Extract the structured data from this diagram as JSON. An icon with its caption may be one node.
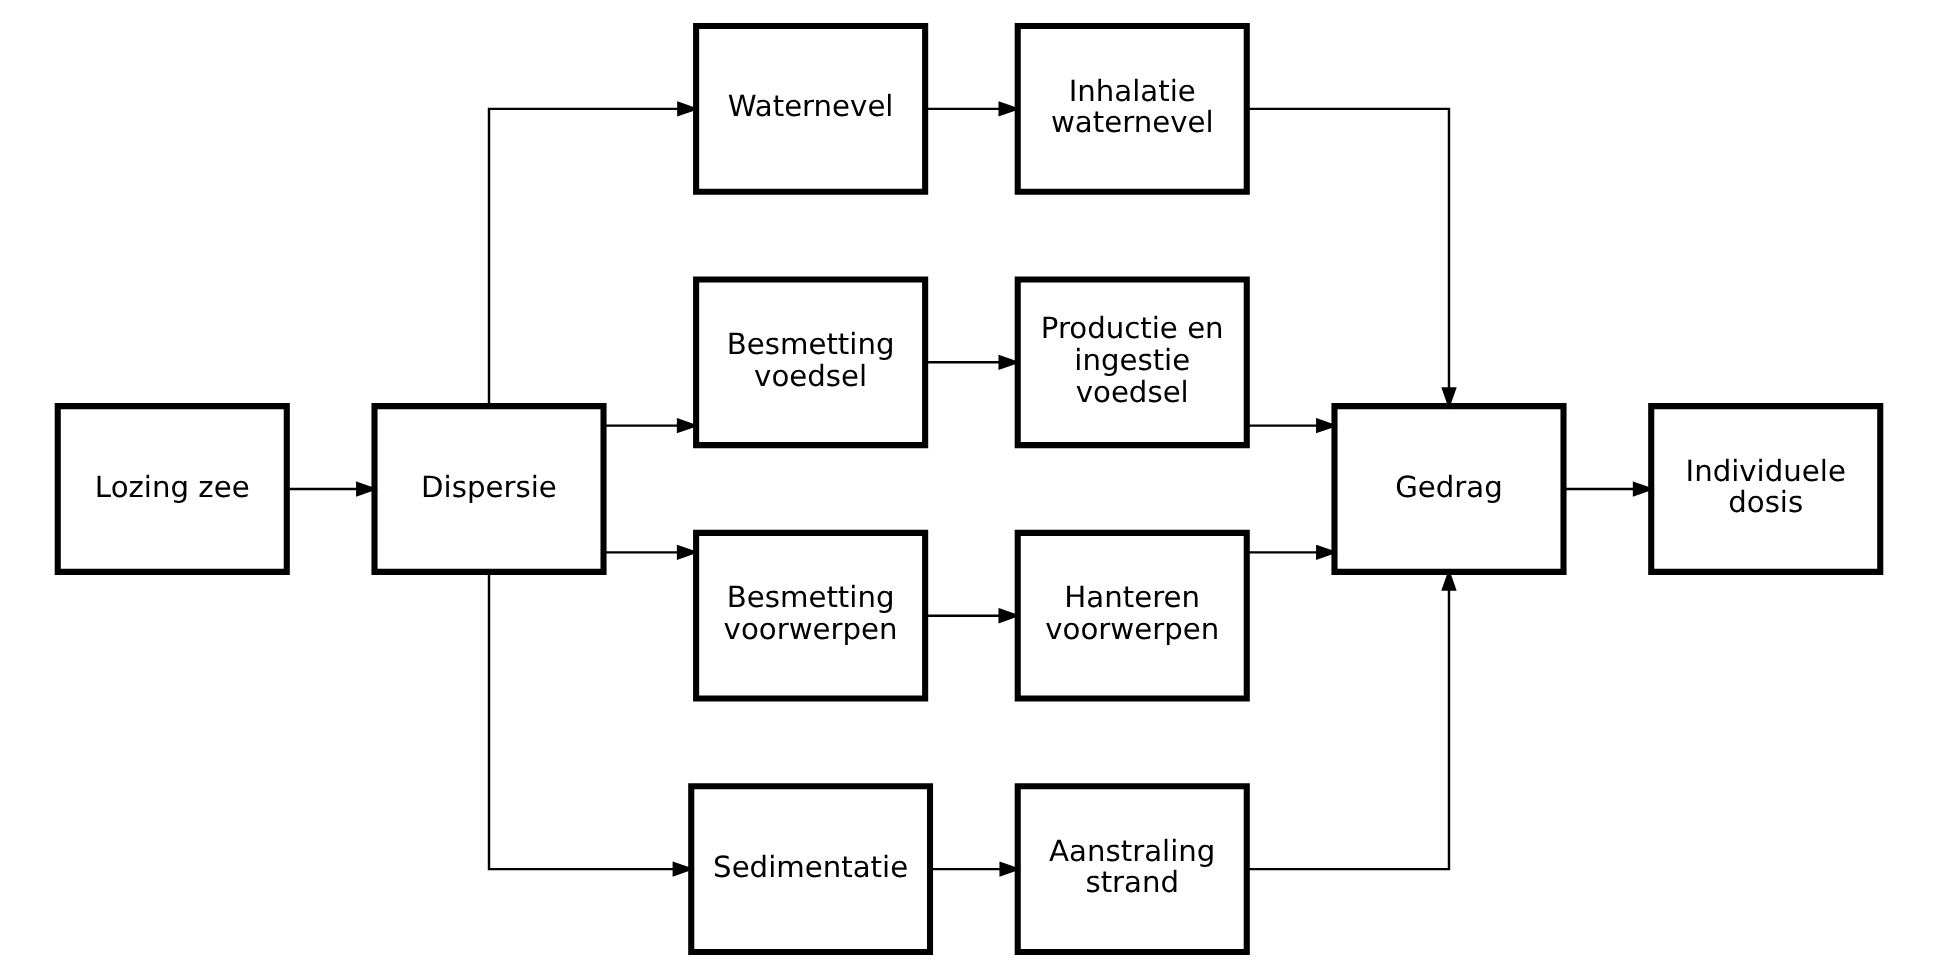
{
  "diagram": {
    "nodes": [
      {
        "text": [
          "Lozing zee"
        ]
      },
      {
        "text": [
          "Dispersie"
        ]
      },
      {
        "text": [
          "Waternevel"
        ]
      },
      {
        "text": [
          "Inhalatie waternevel"
        ]
      },
      {
        "text": [
          "Besmetting voedsel"
        ]
      },
      {
        "text": [
          "Productie en ingestie voedsel"
        ]
      },
      {
        "text": [
          "Gedrag"
        ]
      },
      {
        "text": [
          "Individuele dosis"
        ]
      },
      {
        "text": [
          "Besmetting voorwerpen"
        ]
      },
      {
        "text": [
          "Hanteren voorwerpen"
        ]
      },
      {
        "text": [
          "Sedimentatie"
        ]
      },
      {
        "text": [
          "Aanstraling strand"
        ]
      }
    ],
    "edges": [
      {
        "from": 0,
        "to": 1,
        "arrow": "to"
      },
      {
        "from": 1,
        "to": 2,
        "arrow": "to"
      },
      {
        "from": 2,
        "to": 3,
        "arrow": "to"
      },
      {
        "from": 3,
        "to": 6,
        "arrow": "to"
      },
      {
        "from": 1,
        "to": 4,
        "arrow": "to"
      },
      {
        "from": 4,
        "to": 5,
        "arrow": "to"
      },
      {
        "from": 5,
        "to": 6,
        "arrow": "to"
      },
      {
        "from": 6,
        "to": 7,
        "arrow": "to"
      },
      {
        "from": 1,
        "to": 8,
        "arrow": "to"
      },
      {
        "from": 8,
        "to": 9,
        "arrow": "to"
      },
      {
        "from": 9,
        "to": 6,
        "arrow": "to"
      },
      {
        "from": 1,
        "to": 10,
        "arrow": "to"
      },
      {
        "from": 10,
        "to": 11,
        "arrow": "to"
      },
      {
        "from": 11,
        "to": 6,
        "arrow": "to"
      }
    ]
  }
}
